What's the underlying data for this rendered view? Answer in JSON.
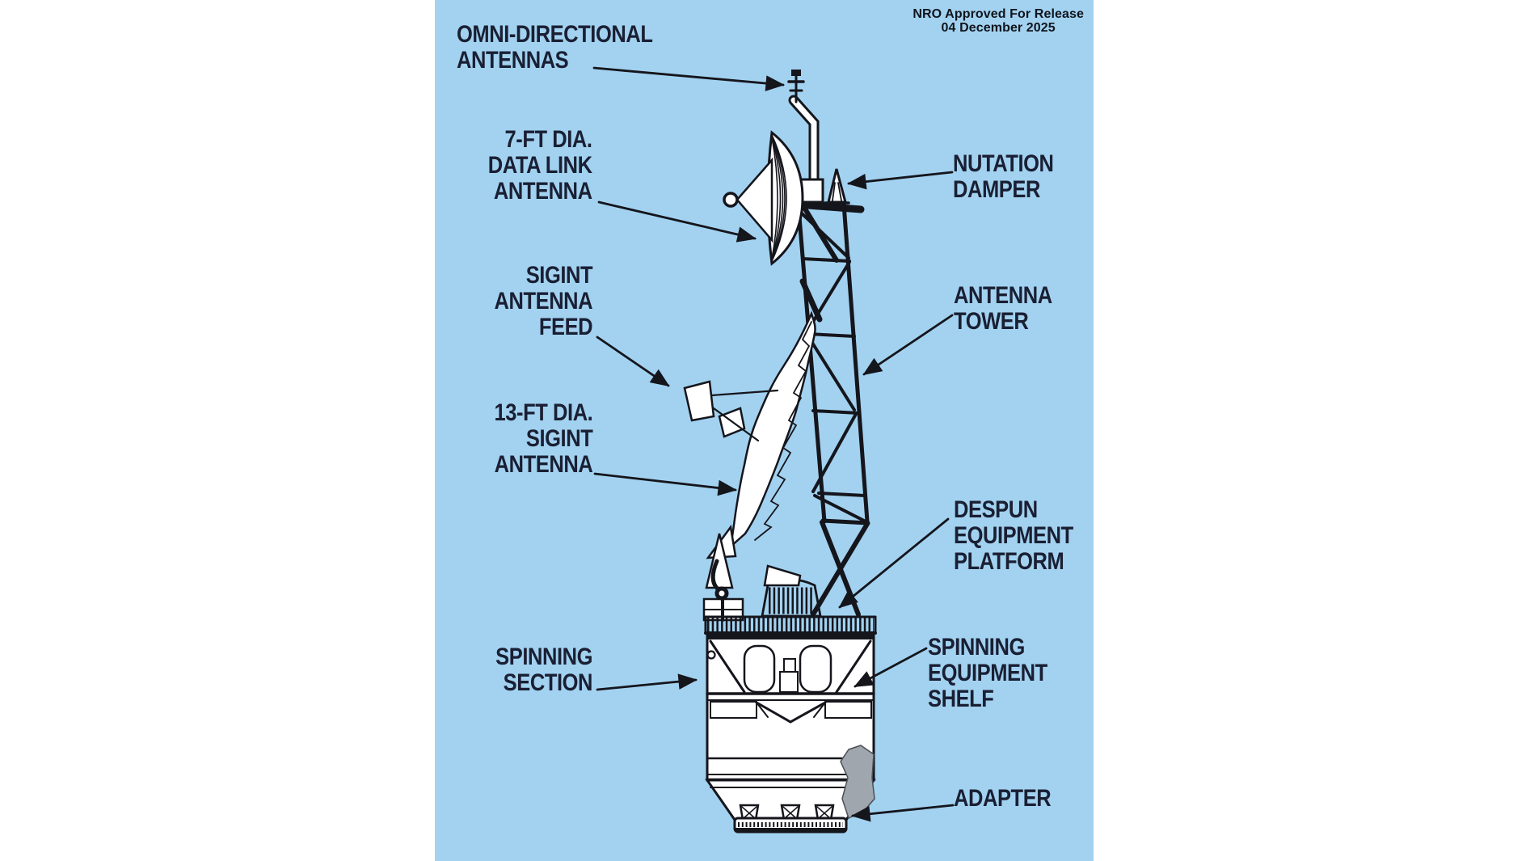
{
  "notice": {
    "line1": "NRO Approved For Release",
    "line2": "04 December 2025"
  },
  "labels": {
    "omni_directional_antennas": {
      "lines": [
        "OMNI-DIRECTIONAL",
        "ANTENNAS"
      ]
    },
    "data_link_antenna": {
      "lines": [
        "7-FT DIA.",
        "DATA LINK",
        "ANTENNA"
      ]
    },
    "nutation_damper": {
      "lines": [
        "NUTATION",
        "DAMPER"
      ]
    },
    "sigint_antenna_feed": {
      "lines": [
        "SIGINT",
        "ANTENNA",
        "FEED"
      ]
    },
    "antenna_tower": {
      "lines": [
        "ANTENNA",
        "TOWER"
      ]
    },
    "sigint_antenna_13ft": {
      "lines": [
        "13-FT DIA.",
        "SIGINT",
        "ANTENNA"
      ]
    },
    "despun_equipment_platform": {
      "lines": [
        "DESPUN",
        "EQUIPMENT",
        "PLATFORM"
      ]
    },
    "spinning_section": {
      "lines": [
        "SPINNING",
        "SECTION"
      ]
    },
    "spinning_equipment_shelf": {
      "lines": [
        "SPINNING",
        "EQUIPMENT",
        "SHELF"
      ]
    },
    "adapter": {
      "lines": [
        "ADAPTER"
      ]
    }
  },
  "colors": {
    "page_background": "#ffffff",
    "panel_blue": "#a2d2f0",
    "line_art": "#15151c",
    "label_text": "#1a1f33",
    "shadow_gray": "#a0a6ad"
  }
}
